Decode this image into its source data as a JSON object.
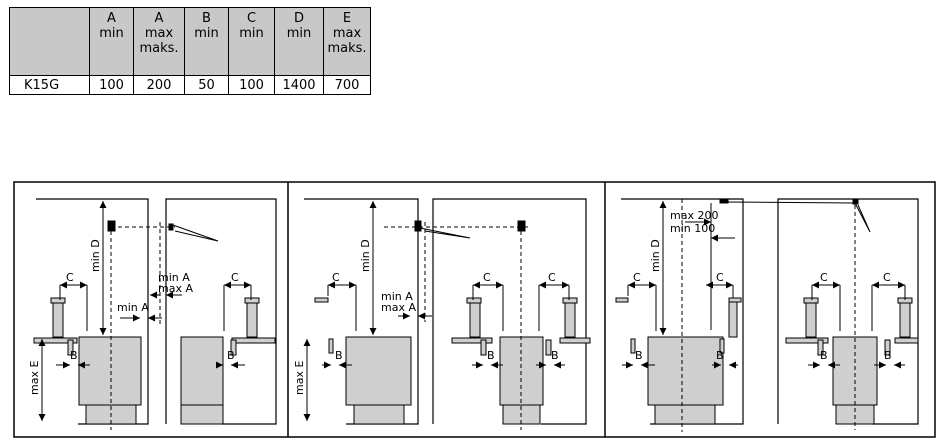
{
  "table": {
    "columns": [
      {
        "letter": "",
        "l1": "",
        "l2": ""
      },
      {
        "letter": "A",
        "l1": "min",
        "l2": ""
      },
      {
        "letter": "A",
        "l1": "max",
        "l2": "maks."
      },
      {
        "letter": "B",
        "l1": "min",
        "l2": ""
      },
      {
        "letter": "C",
        "l1": "min",
        "l2": ""
      },
      {
        "letter": "D",
        "l1": "min",
        "l2": ""
      },
      {
        "letter": "E",
        "l1": "max",
        "l2": "maks."
      }
    ],
    "row": {
      "model": "K15G",
      "values": [
        "100",
        "200",
        "50",
        "100",
        "1400",
        "700"
      ]
    }
  },
  "labels": {
    "A": "A",
    "B": "B",
    "C": "C",
    "min_D": "min D",
    "max_E": "max E",
    "min_A": "min A",
    "max_A": "max A",
    "max_200": "max 200",
    "min_100": "min 100"
  }
}
